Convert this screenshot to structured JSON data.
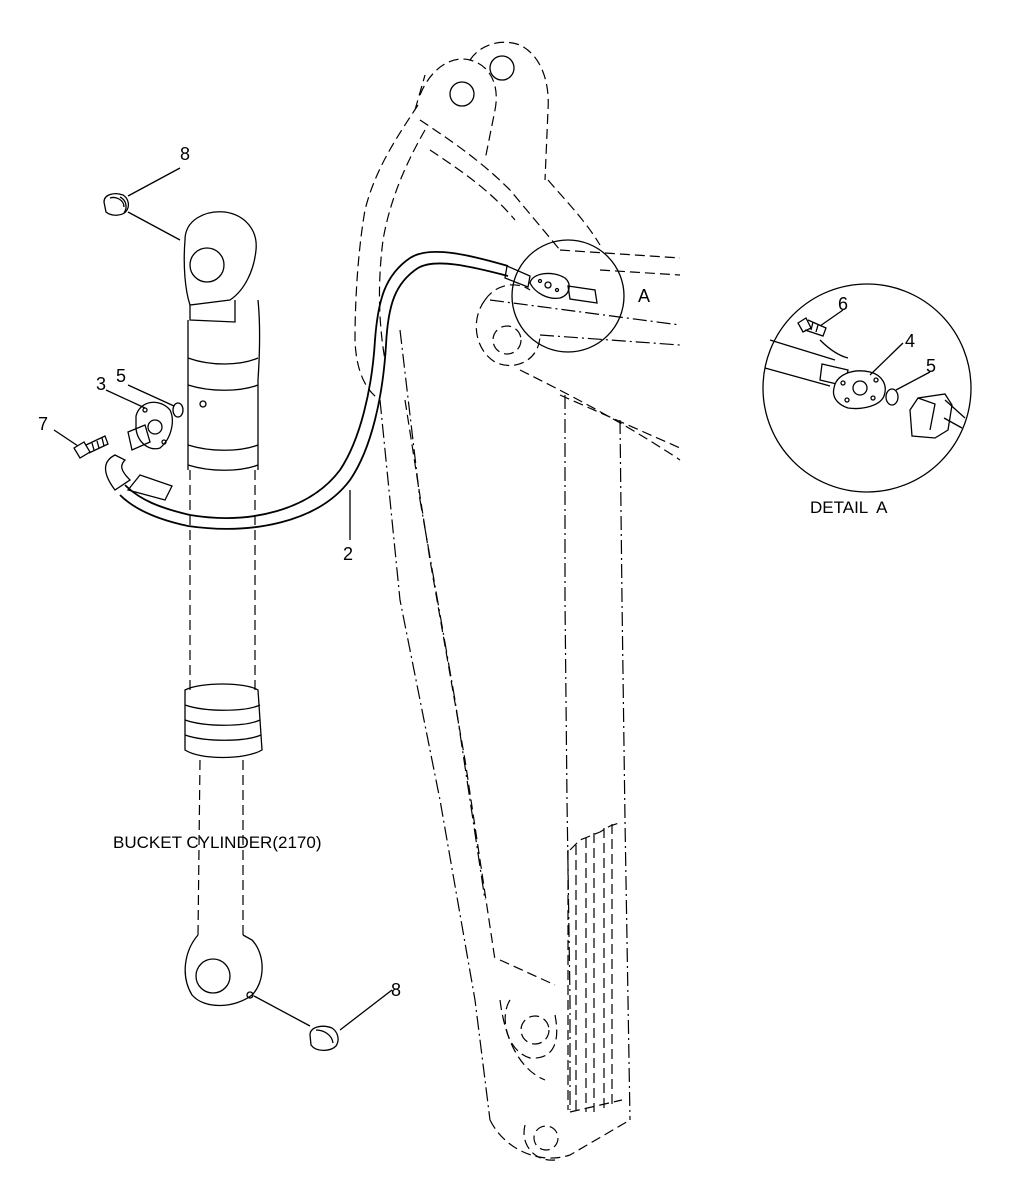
{
  "callouts": {
    "c8_top": "8",
    "c3": "3",
    "c5_left": "5",
    "c7": "7",
    "c2": "2",
    "c8_bottom": "8",
    "detail_ref": "A",
    "c6": "6",
    "c4": "4",
    "c5_detail": "5"
  },
  "labels": {
    "bucket_cylinder": "BUCKET CYLINDER(2170)",
    "detail_caption": "DETAIL  A"
  },
  "icons": {
    "plug": "plug-fitting-icon",
    "bolt": "bolt-icon",
    "flange": "split-flange-icon",
    "oring": "o-ring-icon"
  }
}
